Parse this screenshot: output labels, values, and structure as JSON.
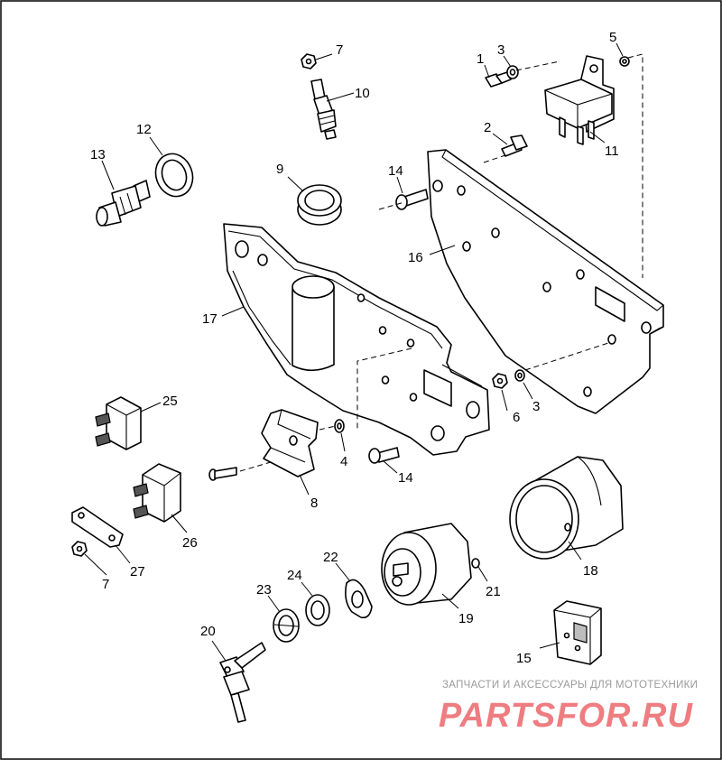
{
  "callouts": {
    "c1": "1",
    "c2": "2",
    "c3a": "3",
    "c3b": "3",
    "c4": "4",
    "c5": "5",
    "c6": "6",
    "c7a": "7",
    "c7b": "7",
    "c8": "8",
    "c9": "9",
    "c10": "10",
    "c11": "11",
    "c12": "12",
    "c13": "13",
    "c14a": "14",
    "c14b": "14",
    "c15": "15",
    "c16": "16",
    "c17": "17",
    "c18": "18",
    "c19": "19",
    "c20": "20",
    "c21": "21",
    "c22": "22",
    "c23": "23",
    "c24": "24",
    "c25": "25",
    "c26": "26",
    "c27": "27"
  },
  "watermark": {
    "tagline": "ЗАПЧАСТИ И АКСЕССУАРЫ ДЛЯ МОТОТЕХНИКИ",
    "brand": "PARTSFOR.RU"
  },
  "colors": {
    "line": "#000000",
    "watermark_red": "#e8474c",
    "watermark_grey": "#9a9a9a"
  }
}
